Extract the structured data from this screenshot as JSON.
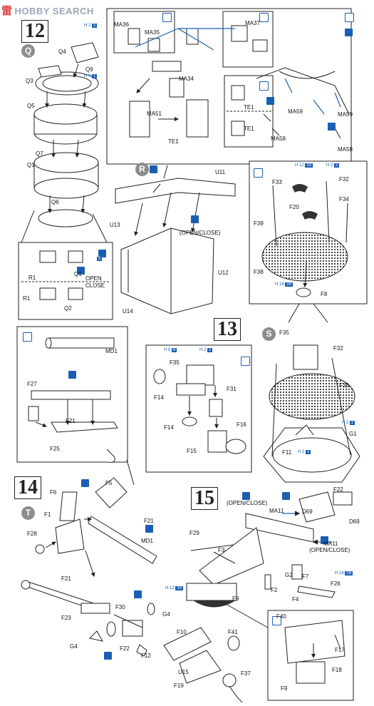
{
  "watermark": {
    "cn": "雷",
    "text": "HOBBY SEARCH"
  },
  "steps": {
    "s12": "12",
    "s13": "13",
    "s14": "14",
    "s15": "15"
  },
  "subs": {
    "Q": "Q",
    "R": "R",
    "S": "S",
    "T": "T"
  },
  "notes": {
    "open_close": "OPEN\nCLOSE",
    "open_close_paren": "(OPEN/CLOSE)",
    "open_close_u": "(OPEN/CLOSE)",
    "open_close_ma11": "(OPEN/CLOSE)"
  },
  "tags": {
    "h2_2": "H 2",
    "v2": "2",
    "h9": "H 9",
    "v1": "1",
    "h12_33": "H 12",
    "v33": "33",
    "h8": "H 8",
    "v8": "8",
    "h18": "H 18",
    "v28": "28",
    "v5": "5"
  },
  "labels": {
    "Q4": "Q4",
    "Q9": "Q9",
    "Q3": "Q3",
    "Q5": "Q5",
    "Q7": "Q7",
    "Q1": "Q1",
    "Q6": "Q6",
    "R1": "R1",
    "R1b": "R1",
    "Q1b": "Q1",
    "Q2": "Q2",
    "MA36": "MA36",
    "MA35": "MA35",
    "MA37": "MA37",
    "MA34": "MA34",
    "MA51": "MA51",
    "TE1": "TE1",
    "TE1b": "TE1",
    "TE1c": "TE1",
    "MA59": "MA59",
    "MA59b": "MA59",
    "MA58": "MA58",
    "MA58b": "MA58",
    "U11": "U11",
    "U13": "U13",
    "U12": "U12",
    "U14": "U14",
    "F33": "F33",
    "F32": "F32",
    "F34": "F34",
    "F20": "F20",
    "F39": "F39",
    "F38": "F38",
    "F8": "F8",
    "MD1": "MD1",
    "F27": "F27",
    "F21": "F21",
    "F25": "F25",
    "F35": "F35",
    "F14": "F14",
    "F31": "F31",
    "F14b": "F14",
    "F16": "F16",
    "F15": "F15",
    "F35s": "F35",
    "F32s": "F32",
    "F38s": "F38",
    "G1": "G1",
    "F11": "F11",
    "F6": "F6",
    "F5": "F5",
    "F1": "F1",
    "F28": "F28",
    "F21t": "F21",
    "MD1t": "MD1",
    "F21b": "F21",
    "F23": "F23",
    "F30": "F30",
    "G4": "G4",
    "G4b": "G4",
    "F22t": "F22",
    "F12": "F12",
    "F10": "F10",
    "F41": "F41",
    "U15": "U15",
    "F37": "F37",
    "F19": "F19",
    "MA11": "MA11",
    "D69": "D69",
    "F22": "F22",
    "D69b": "D69",
    "MA11b": "MA11",
    "F29": "F29",
    "F3": "F3",
    "G2": "G2",
    "F7": "F7",
    "F26": "F26",
    "F2": "F2",
    "F4": "F4",
    "F9": "F9",
    "F40": "F40",
    "F17": "F17",
    "F18": "F18",
    "F9b": "F9"
  }
}
